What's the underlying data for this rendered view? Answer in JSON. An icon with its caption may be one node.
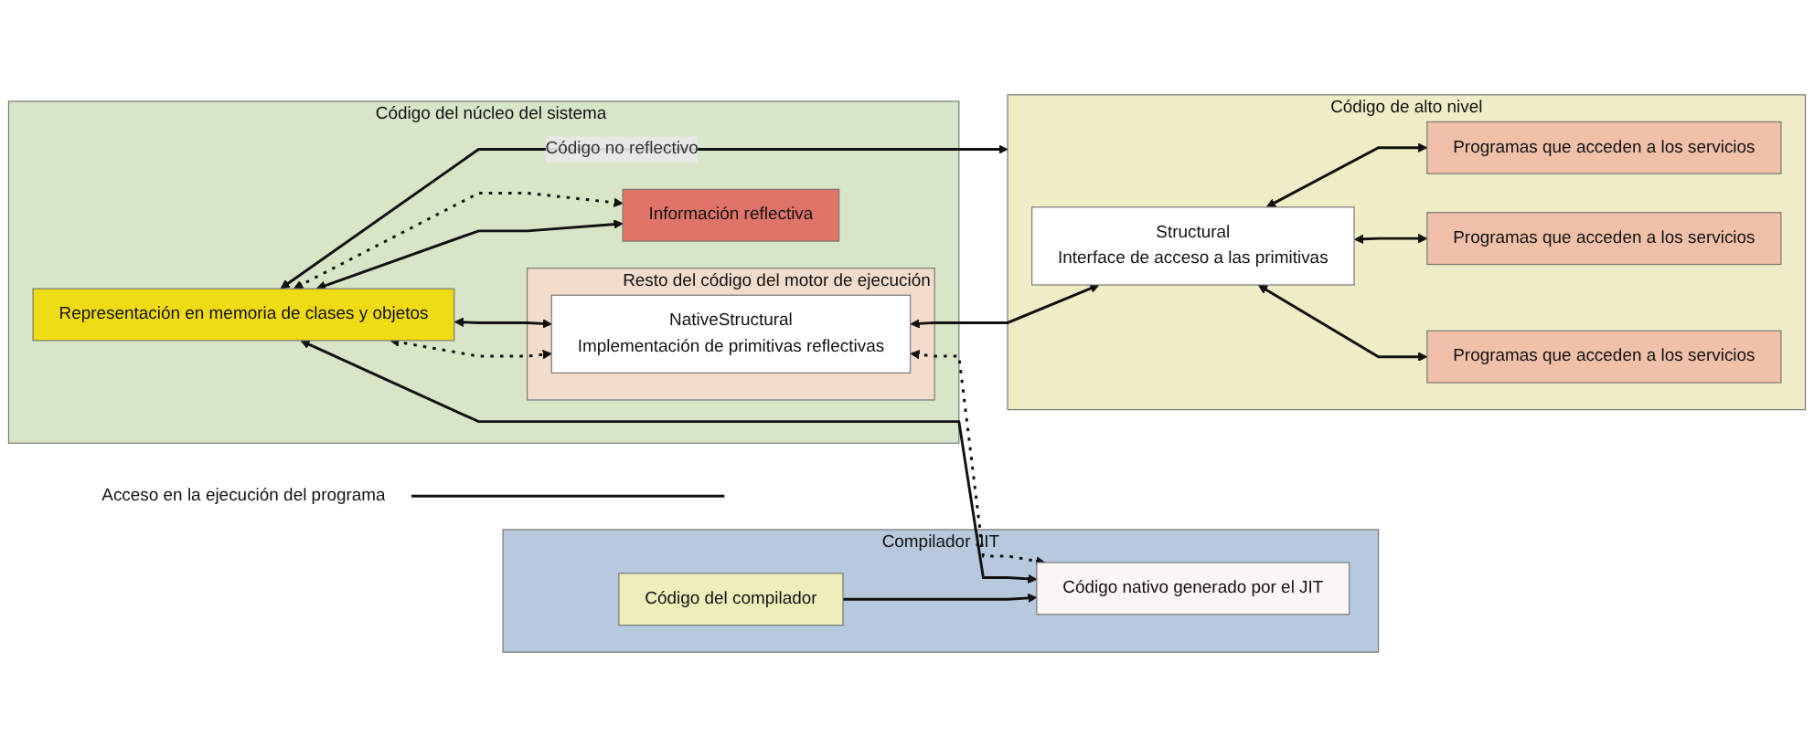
{
  "diagram": {
    "nodes": [
      {
        "text": [
          "Compilador JIT"
        ]
      },
      {
        "text": [
          "Código del compilador"
        ],
        "in": 0
      },
      {
        "text": [
          "Código nativo generado por el JIT"
        ],
        "in": 0
      },
      {
        "text": [
          "Código del núcleo del sistema"
        ]
      },
      {
        "text": [
          "Representación en memoria de clases y objetos"
        ],
        "in": 3
      },
      {
        "text": [
          "Información reflectiva"
        ],
        "in": 3
      },
      {
        "text": [
          "Resto del código del motor de ejecución"
        ],
        "in": 3
      },
      {
        "text": [
          "NativeStructural",
          "Implementación de primitivas reflectivas"
        ],
        "in": 6
      },
      {
        "text": [
          "Código de alto nivel"
        ]
      },
      {
        "text": [
          "Structural",
          "Interface de acceso a las primitivas"
        ],
        "in": 8
      },
      {
        "text": [
          "Programas que acceden a los servicios"
        ],
        "in": 8
      },
      {
        "text": [
          "Programas que acceden a los servicios"
        ],
        "in": 8
      },
      {
        "text": [
          "Programas que acceden a los servicios"
        ],
        "in": 8
      },
      {
        "text": [
          "Acceso en la ejecución del programa"
        ]
      }
    ],
    "edges": [
      {
        "from": 1,
        "to": 2,
        "arrow": "to"
      },
      {
        "from": 4,
        "to": 2,
        "arrow": "both"
      },
      {
        "from": 4,
        "to": 8,
        "arrow": "both",
        "label": "Código no reflectivo"
      },
      {
        "from": 4,
        "to": 5,
        "arrow": "both"
      },
      {
        "from": 4,
        "to": 5,
        "arrow": "both",
        "style": "dashed"
      },
      {
        "from": 4,
        "to": 7,
        "arrow": "both",
        "style": "dashed"
      },
      {
        "from": 4,
        "to": 7,
        "arrow": "both"
      },
      {
        "from": 7,
        "to": 2,
        "arrow": "both",
        "style": "dashed"
      },
      {
        "from": 7,
        "to": 9,
        "arrow": "both"
      },
      {
        "from": 9,
        "to": 10,
        "arrow": "both"
      },
      {
        "from": 9,
        "to": 11,
        "arrow": "both"
      },
      {
        "from": 9,
        "to": 12,
        "arrow": "both"
      },
      {
        "from": 13,
        "to": null,
        "arrow": "none"
      }
    ]
  }
}
